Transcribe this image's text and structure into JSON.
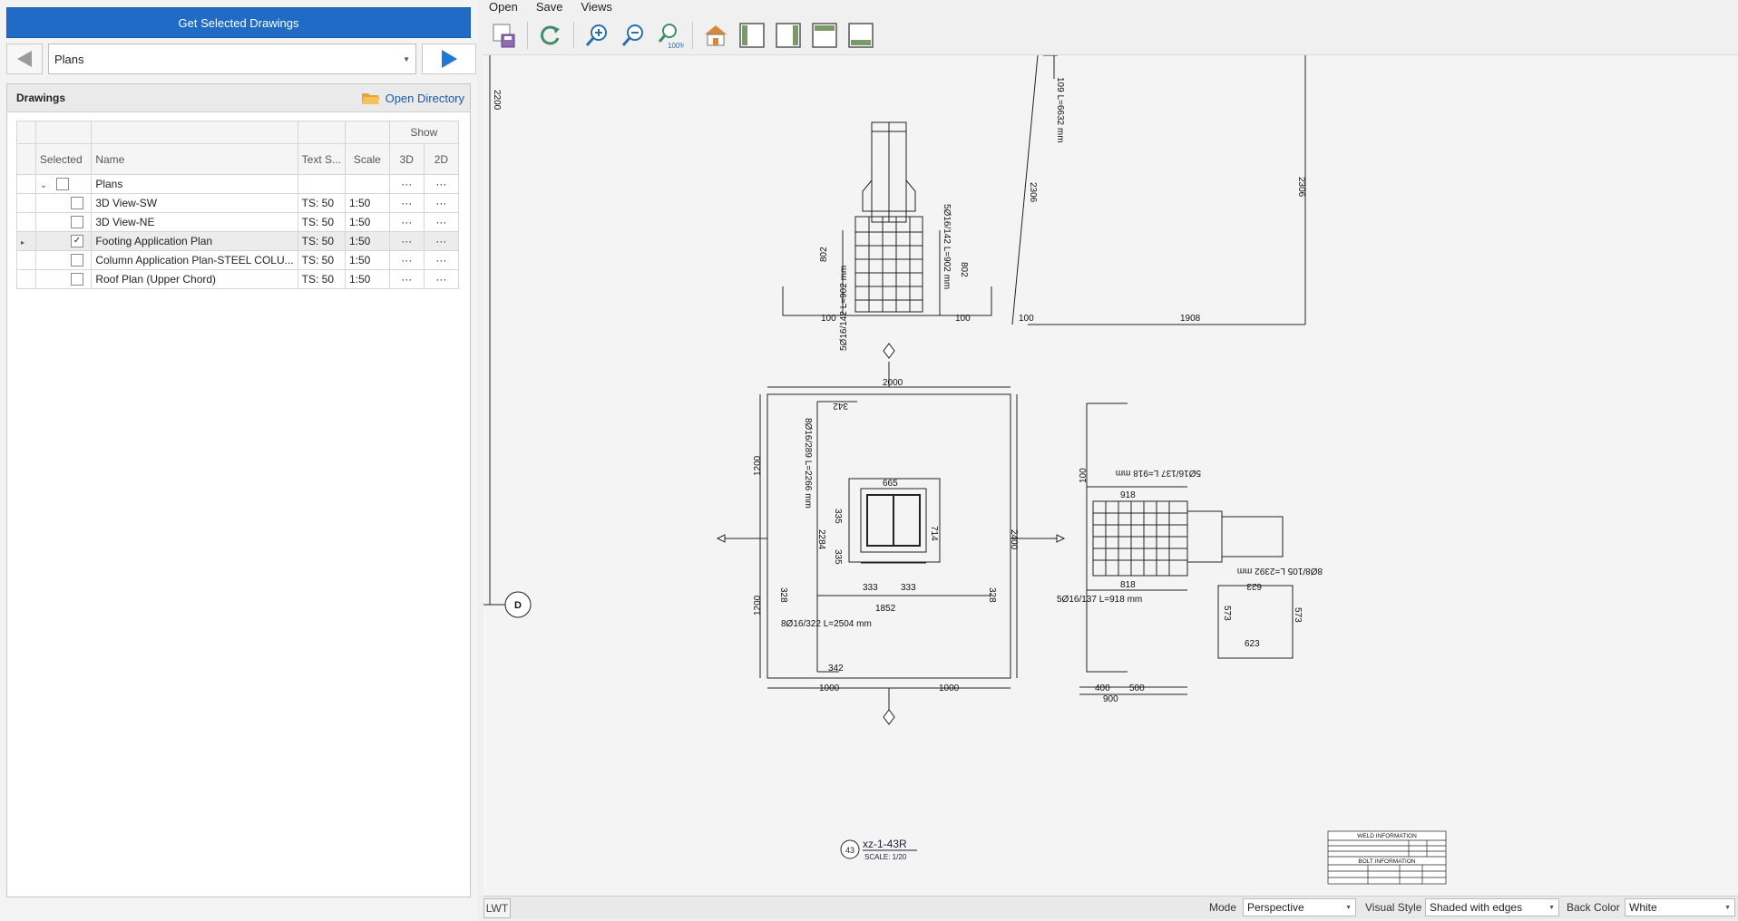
{
  "left": {
    "get_button": "Get Selected Drawings",
    "combo_value": "Plans",
    "panel_title": "Drawings",
    "open_directory": "Open Directory",
    "columns": {
      "show": "Show",
      "selected": "Selected",
      "name": "Name",
      "text_size": "Text S...",
      "scale": "Scale",
      "d3": "3D",
      "d2": "2D"
    },
    "group": {
      "name": "Plans",
      "dots3d": "···",
      "dots2d": "···"
    },
    "rows": [
      {
        "name": "3D View-SW",
        "ts": "TS: 50",
        "scale": "1:50",
        "checked": false
      },
      {
        "name": "3D View-NE",
        "ts": "TS: 50",
        "scale": "1:50",
        "checked": false
      },
      {
        "name": "Footing Application Plan",
        "ts": "TS: 50",
        "scale": "1:50",
        "checked": true
      },
      {
        "name": "Column Application Plan-STEEL COLU...",
        "ts": "TS: 50",
        "scale": "1:50",
        "checked": false
      },
      {
        "name": "Roof Plan (Upper Chord)",
        "ts": "TS: 50",
        "scale": "1:50",
        "checked": false
      }
    ],
    "dots": "···"
  },
  "menu": {
    "open": "Open",
    "save": "Save",
    "views": "Views"
  },
  "drawing": {
    "grid_d": "D",
    "dim_2200": "2200",
    "dim_100a": "100",
    "dim_100b": "100",
    "dim_100c": "100",
    "dim_1908": "1908",
    "dim_2306a": "2306",
    "dim_2306b": "2306",
    "bar_top_left": "5Ø16/142 L=902 mm",
    "bar_top_right": "5Ø16/142 L=902 mm",
    "bar_diag": "109 L=6632 mm",
    "dim_802a": "802",
    "dim_802b": "802",
    "dim_2000": "2000",
    "dim_342a": "342",
    "dim_342b": "342",
    "bar_left_v": "8Ø16/289 L=2266 mm",
    "dim_1200a": "1200",
    "dim_1200b": "1200",
    "dim_665": "665",
    "dim_335a": "335",
    "dim_335b": "335",
    "dim_2284": "2284",
    "dim_714": "714",
    "dim_2400": "2400",
    "dim_333a": "333",
    "dim_333b": "333",
    "dim_328a": "328",
    "dim_328b": "328",
    "dim_1852": "1852",
    "bar_bottom": "8Ø16/322 L=2504 mm",
    "dim_1000a": "1000",
    "dim_1000b": "1000",
    "bar_right_top": "5Ø16/137 L=918 mm",
    "dim_918": "918",
    "dim_818": "818",
    "dim_100d": "100",
    "bar_right_mid": "5Ø16/137 L=918 mm",
    "bar_right_side": "8Ø8/105 L=2392 mm",
    "dim_623a": "623",
    "dim_623b": "623",
    "dim_573a": "573",
    "dim_573b": "573",
    "dim_400": "400",
    "dim_500": "500",
    "dim_900": "900",
    "title_mark": "43",
    "title_name": "xz-1-43R",
    "title_scale": "SCALE: 1/20",
    "weld_info": "WELD INFORMATION",
    "bolt_info": "BOLT INFORMATION"
  },
  "status": {
    "lwt": "LWT",
    "mode_label": "Mode",
    "mode_value": "Perspective",
    "visual_label": "Visual Style",
    "visual_value": "Shaded with edges",
    "back_label": "Back Color",
    "back_value": "White"
  }
}
